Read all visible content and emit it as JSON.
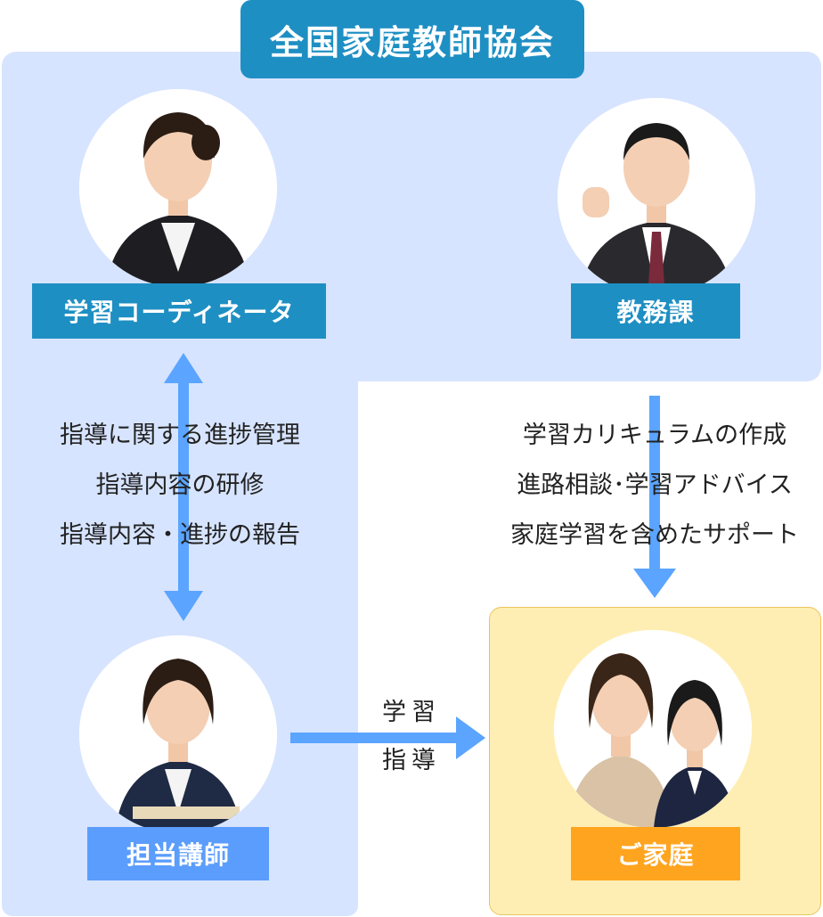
{
  "title": "全国家庭教師協会",
  "roles": {
    "coordinator": "学習コーディネータ",
    "academic_affairs": "教務課",
    "tutor": "担当講師",
    "family": "ご家庭"
  },
  "coordinator_tasks": [
    "指導に関する進捗管理",
    "指導内容の研修",
    "指導内容・進捗の報告"
  ],
  "academic_services": [
    "学習カリキュラムの作成",
    "進路相談･学習アドバイス",
    "家庭学習を含めたサポート"
  ],
  "tutor_to_family": [
    "学習",
    "指導"
  ],
  "colors": {
    "panel_blue": "#d7e4ff",
    "teal": "#1e8fc3",
    "blue": "#5b9dfd",
    "orange": "#ffa41f",
    "family_panel": "#ffeeb4",
    "arrow": "#5ba4ff"
  }
}
